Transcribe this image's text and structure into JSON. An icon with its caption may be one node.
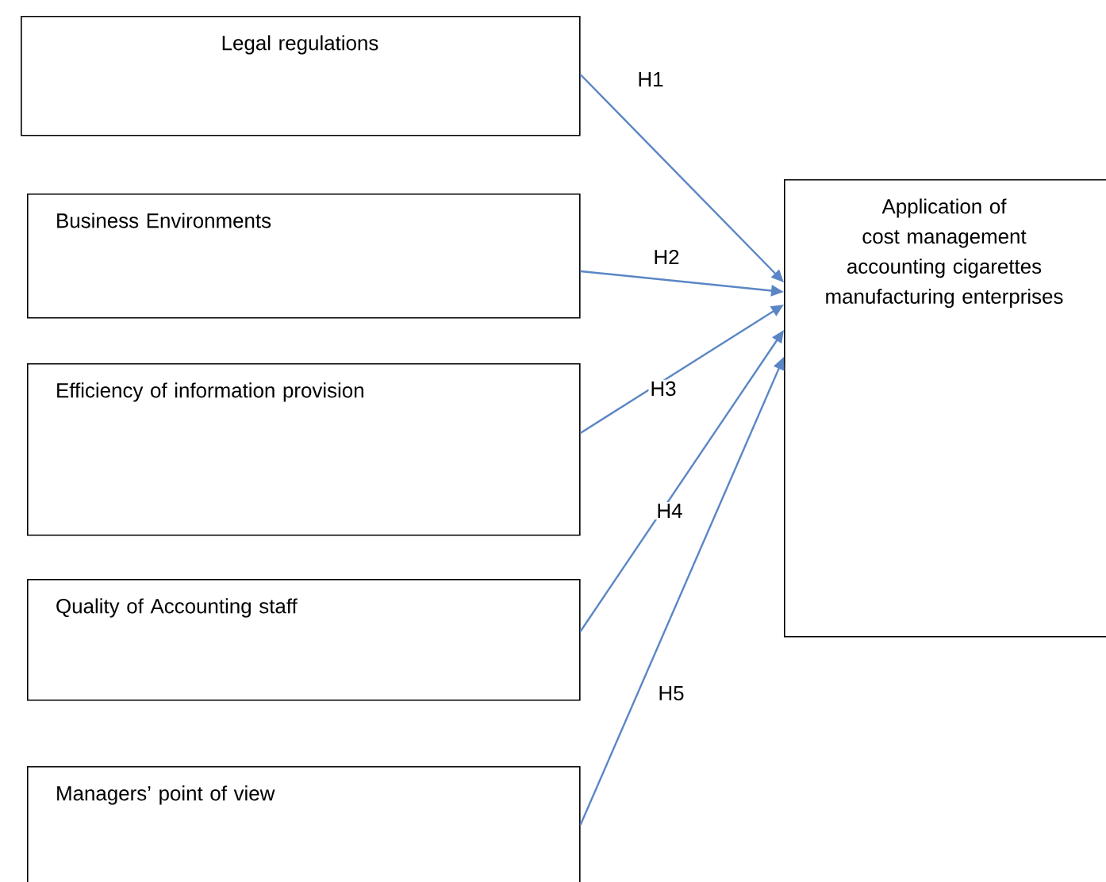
{
  "diagram": {
    "nodes": [
      {
        "text": [
          "Legal regulations"
        ]
      },
      {
        "text": [
          "Business Environments"
        ]
      },
      {
        "text": [
          "Efficiency of information provision"
        ]
      },
      {
        "text": [
          "Quality of Accounting staff"
        ]
      },
      {
        "text": [
          "Managers’ point of view"
        ]
      },
      {
        "text": [
          "Application of cost management accounting cigarettes manufacturing enterprises"
        ]
      }
    ],
    "edges": [
      {
        "from": 0,
        "to": 5,
        "arrow": "to",
        "label": "H1"
      },
      {
        "from": 1,
        "to": 5,
        "arrow": "to",
        "label": "H2"
      },
      {
        "from": 2,
        "to": 5,
        "arrow": "to",
        "label": "H3"
      },
      {
        "from": 3,
        "to": 5,
        "arrow": "to",
        "label": "H4"
      },
      {
        "from": 4,
        "to": 5,
        "arrow": "to",
        "label": "H5"
      }
    ]
  }
}
